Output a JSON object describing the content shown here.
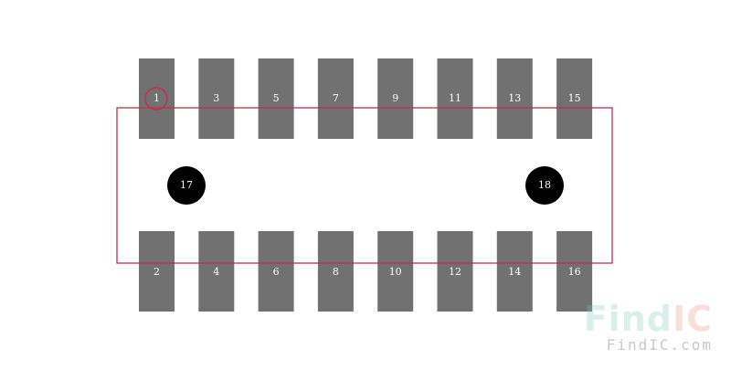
{
  "colors": {
    "pad": "#717171",
    "thermal_pad": "#000000",
    "outline": "#c0304a",
    "pin1_marker": "#c0304a",
    "label": "#ffffff"
  },
  "top_row_pins": [
    "1",
    "3",
    "5",
    "7",
    "9",
    "11",
    "13",
    "15"
  ],
  "bottom_row_pins": [
    "2",
    "4",
    "6",
    "8",
    "10",
    "12",
    "14",
    "16"
  ],
  "mounting_pads": [
    "17",
    "18"
  ],
  "logo": {
    "find": "Find",
    "ic": "IC",
    "url": "FindIC.com"
  }
}
